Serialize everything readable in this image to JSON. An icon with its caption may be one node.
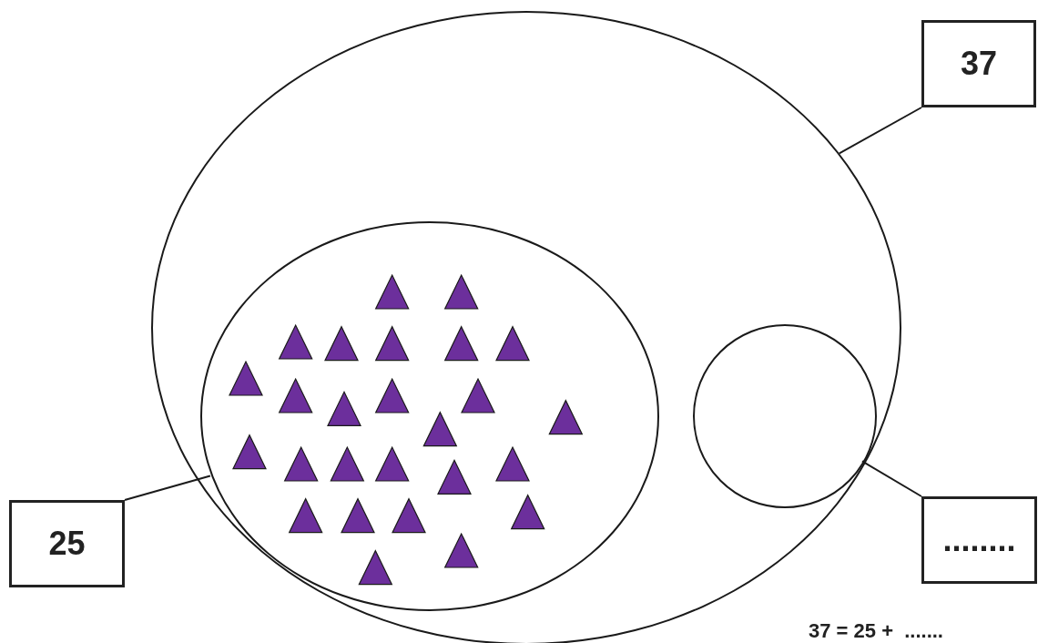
{
  "diagram": {
    "nodes": [
      {
        "text": [],
        "shape": "ellipse"
      },
      {
        "text": [],
        "shape": "ellipse",
        "in": 0
      },
      {
        "text": [],
        "shape": "circle",
        "in": 0
      },
      {
        "text": [
          "37"
        ]
      },
      {
        "text": [
          "25"
        ]
      },
      {
        "text": [
          "........"
        ]
      }
    ],
    "edges": [
      {
        "from": 3,
        "to": 0,
        "arrow": "none"
      },
      {
        "from": 4,
        "to": 1,
        "arrow": "none"
      },
      {
        "from": 5,
        "to": 2,
        "arrow": "none"
      }
    ],
    "labels": [
      "37 = 25 +  ......."
    ]
  }
}
